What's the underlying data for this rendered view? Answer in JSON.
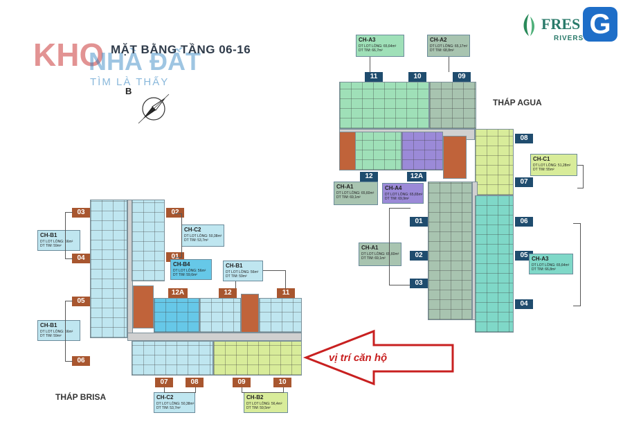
{
  "title": "MẶT BẰNG TẦNG 06-16",
  "watermark": {
    "kho": "KHO",
    "nhadat": "NHÀ ĐẤT",
    "slogan": "TÌM LÀ THẤY"
  },
  "brand": {
    "name": "FRES",
    "sub": "RIVERS",
    "logo_letter": "G"
  },
  "compass_letter": "B",
  "towers": {
    "agua": "THÁP AGUA",
    "brisa": "THÁP BRISA"
  },
  "arrow_text": "vị trí căn hộ",
  "unit_labels": {
    "a11": "11",
    "a10": "10",
    "a09": "09",
    "a12": "12",
    "a12a": "12A",
    "a08": "08",
    "a07": "07",
    "a01": "01",
    "a02": "02",
    "a03": "03",
    "a06": "06",
    "a05": "05",
    "a04": "04",
    "b03": "03",
    "b02": "02",
    "b04": "04",
    "b01": "01",
    "b05": "05",
    "b06": "06",
    "b12a": "12A",
    "b12": "12",
    "b11": "11",
    "b07": "07",
    "b08": "08",
    "b09": "09",
    "b10": "10"
  },
  "cards": {
    "cha3_top": {
      "name": "CH-A3",
      "l1": "DT LOT LÒNG: 65,64m²",
      "l2": "DT TIM: 66,7m²"
    },
    "cha2": {
      "name": "CH-A2",
      "l1": "DT LOT LÒNG: 65,17m²",
      "l2": "DT TIM: 68,8m²"
    },
    "cha1_top": {
      "name": "CH-A1",
      "l1": "DT LOT LÒNG: 65,60m²",
      "l2": "DT TIM: 69,1m²"
    },
    "cha4": {
      "name": "CH-A4",
      "l1": "DT LOT LÒNG: 65,65m²",
      "l2": "DT TIM: 69,9m²"
    },
    "chc1": {
      "name": "CH-C1",
      "l1": "DT LOT LÒNG: 51,28m²",
      "l2": "DT TIM: 55m²"
    },
    "cha1_mid": {
      "name": "CH-A1",
      "l1": "DT LOT LÒNG: 65,60m²",
      "l2": "DT TIM: 69,1m²"
    },
    "cha3_right": {
      "name": "CH-A3",
      "l1": "DT LOT LÒNG: 65,64m²",
      "l2": "DT TIM: 66,8m²"
    },
    "chb1_a": {
      "name": "CH-B1",
      "l1": "DT LOT LÒNG: 56m²",
      "l2": "DT TIM: 59m²"
    },
    "chc2_top": {
      "name": "CH-C2",
      "l1": "DT LOT LÒNG: 50,38m²",
      "l2": "DT TIM: 53,7m²"
    },
    "chb4": {
      "name": "CH-B4",
      "l1": "DT LOT LÒNG: 56m²",
      "l2": "DT TIM: 59,6m²"
    },
    "chb1_b": {
      "name": "CH-B1",
      "l1": "DT LOT LÒNG: 56m²",
      "l2": "DT TIM: 59m²"
    },
    "chb1_c": {
      "name": "CH-B1",
      "l1": "DT LOT LÒNG: 56m²",
      "l2": "DT TIM: 59m²"
    },
    "chc2_bot": {
      "name": "CH-C2",
      "l1": "DT LOT LÒNG: 50,38m²",
      "l2": "DT TIM: 53,7m²"
    },
    "chb2": {
      "name": "CH-B2",
      "l1": "DT LOT LÒNG: 56,4m²",
      "l2": "DT TIM: 59,5m²"
    }
  },
  "colors": {
    "green": "#9fe0b8",
    "teal": "#7fd8c8",
    "sage": "#a8c4b0",
    "purple": "#9b8ad8",
    "lime": "#d8ec9a",
    "lightblue": "#bfe6f0",
    "cyan": "#66c8e8",
    "core": "#c0633a",
    "corridor": "#d0d0d0",
    "arrow": "#c82020"
  }
}
